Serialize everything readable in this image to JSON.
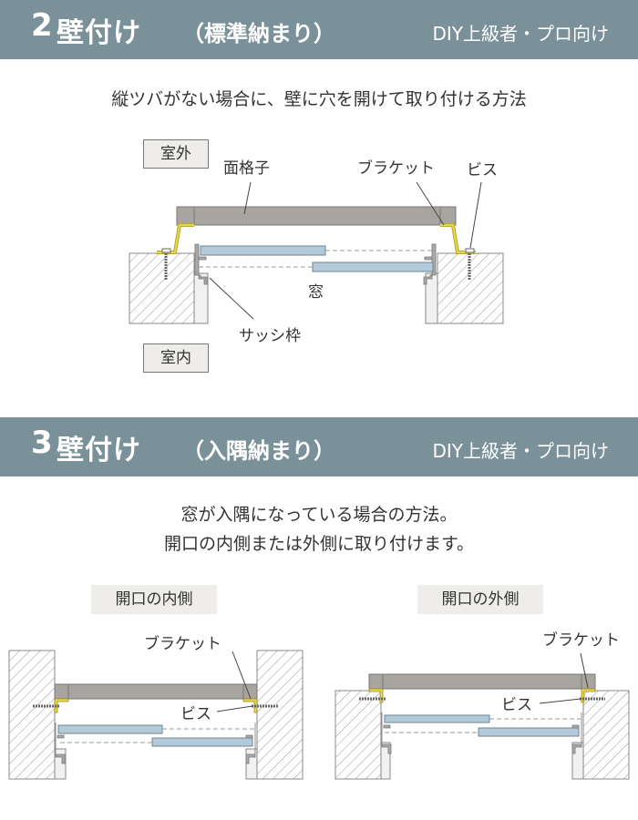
{
  "section2": {
    "number": "2",
    "title": "壁付け",
    "subtitle": "（標準納まり）",
    "level": "DIY上級者・プロ向け",
    "description": "縦ツバがない場合に、壁に穴を開けて取り付ける方法",
    "diagram": {
      "outside_label": "室外",
      "inside_label": "室内",
      "grille_label": "面格子",
      "bracket_label": "ブラケット",
      "screw_label": "ビス",
      "window_label": "窓",
      "sash_label": "サッシ枠"
    }
  },
  "section3": {
    "number": "3",
    "title": "壁付け",
    "subtitle": "（入隅納まり）",
    "level": "DIY上級者・プロ向け",
    "description_line1": "窓が入隅になっている場合の方法。",
    "description_line2": "開口の内側または外側に取り付けます。",
    "inside_diagram": {
      "title": "開口の内側",
      "bracket_label": "ブラケット",
      "screw_label": "ビス"
    },
    "outside_diagram": {
      "title": "開口の外側",
      "bracket_label": "ブラケット",
      "screw_label": "ビス"
    }
  },
  "colors": {
    "header": "#7b919a",
    "grille": "#a8a5a0",
    "bracket": "#d8c640",
    "glass": "#b3cbd8"
  }
}
